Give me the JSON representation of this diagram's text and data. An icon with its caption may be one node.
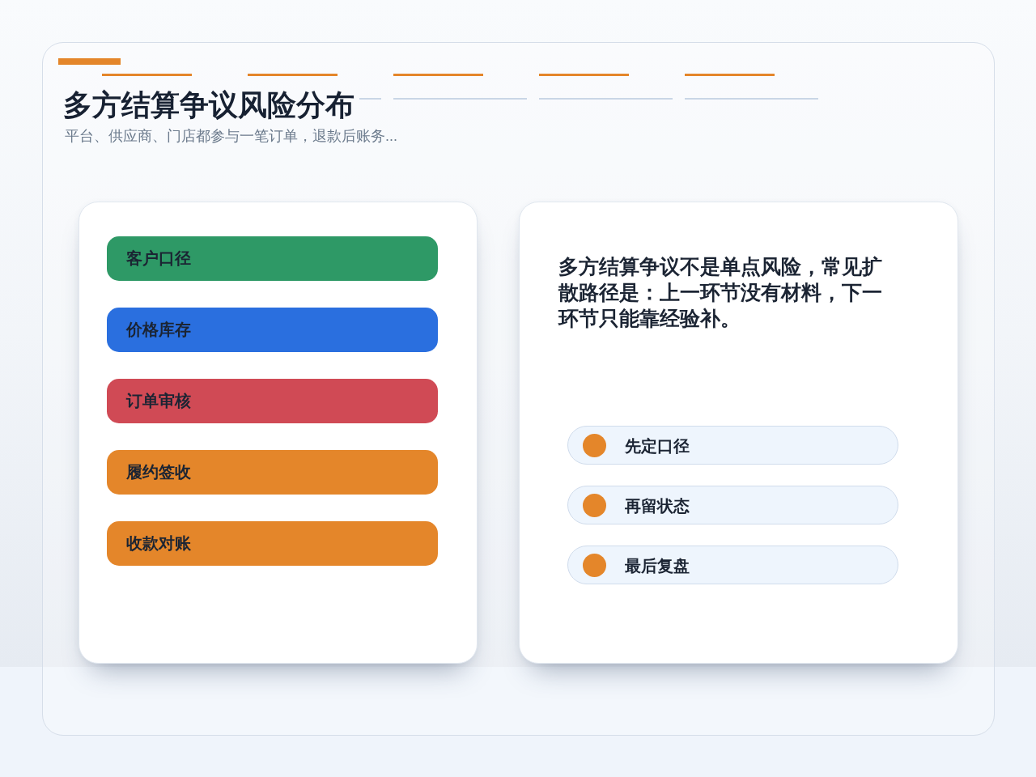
{
  "diagram": {
    "title": "多方结算争议风险分布",
    "nodes": [
      {
        "text": [],
        "shape": "box"
      },
      {
        "text": [
          "客户口径"
        ],
        "in": 0
      },
      {
        "text": [
          "价格库存"
        ],
        "in": 0
      },
      {
        "text": [
          "订单审核"
        ],
        "in": 0
      },
      {
        "text": [
          "履约签收"
        ],
        "in": 0
      },
      {
        "text": [
          "收款对账"
        ],
        "in": 0
      },
      {
        "text": [
          "多方结算争议不是单点风险，常见扩散路径是：上一环节没有材料，下一环节只能靠经验补。"
        ]
      },
      {
        "text": [
          "先定口径"
        ],
        "in": 6
      },
      {
        "text": [
          "再留状态"
        ],
        "in": 6
      },
      {
        "text": [
          "最后复盘"
        ],
        "in": 6
      }
    ],
    "labels": [
      "平台、供应商、门店都参与一笔订单，退款后账务..."
    ]
  }
}
